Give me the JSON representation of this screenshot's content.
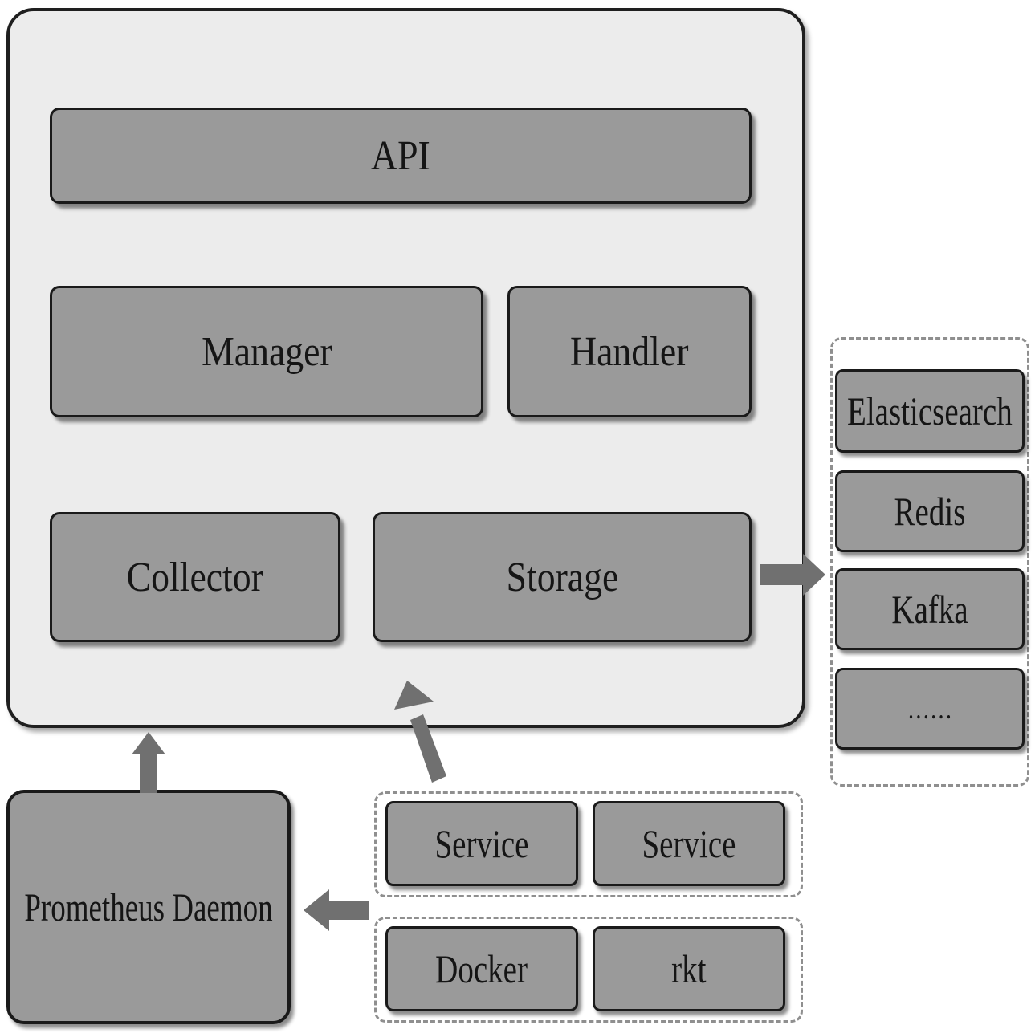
{
  "core": {
    "api": "API",
    "manager": "Manager",
    "handler": "Handler",
    "collector": "Collector",
    "storage": "Storage"
  },
  "storage_backends": {
    "items": [
      "Elasticsearch",
      "Redis",
      "Kafka",
      "……"
    ]
  },
  "sources": {
    "services": [
      "Service",
      "Service"
    ],
    "runtimes": [
      "Docker",
      "rkt"
    ]
  },
  "daemon": {
    "label": "Prometheus Daemon"
  },
  "colors": {
    "block_fill": "#9a9a9a",
    "frame_fill": "#ececec",
    "arrow": "#707070",
    "border": "#1a1a1a"
  }
}
